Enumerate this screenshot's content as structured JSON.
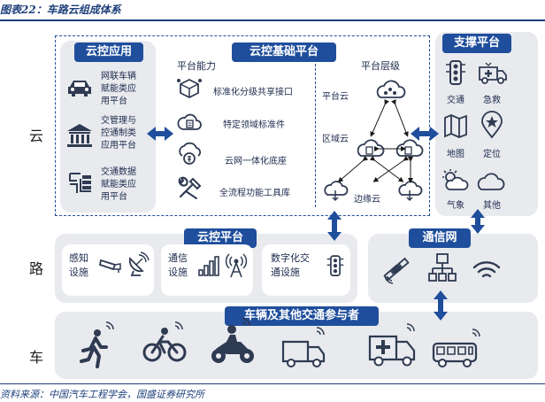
{
  "caption": "图表22：车路云组成体系",
  "source": "资料来源：中国汽车工程学会，国盛证券研究所",
  "rows": {
    "cloud": "云",
    "road": "路",
    "vehicle": "车"
  },
  "cloud_app": {
    "title": "云控应用",
    "items": [
      {
        "label": "网联车辆\n赋能类应\n用平台",
        "icon": "car-icon"
      },
      {
        "label": "交管理与\n控通制类\n应用平台",
        "icon": "government-building-icon"
      },
      {
        "label": "交通数据\n赋能类应\n用平台",
        "icon": "data-stack-icon"
      }
    ]
  },
  "cloud_base": {
    "title": "云控基础平台",
    "capability_title": "平台能力",
    "capabilities": [
      {
        "label": "标准化分级共享接口",
        "icon": "cube-network-icon"
      },
      {
        "label": "特定领域标准件",
        "icon": "cloud-document-icon"
      },
      {
        "label": "云网一体化底座",
        "icon": "cloud-coin-icon"
      },
      {
        "label": "全流程功能工具库",
        "icon": "tools-icon"
      }
    ],
    "hierarchy_title": "平台层级",
    "levels": {
      "platform": "平台云",
      "regional": "区域云",
      "edge": "边缘云"
    }
  },
  "support": {
    "title": "支撑平台",
    "items": [
      {
        "label": "交通",
        "icon": "traffic-light-icon"
      },
      {
        "label": "急救",
        "icon": "ambulance-icon"
      },
      {
        "label": "地图",
        "icon": "map-icon"
      },
      {
        "label": "定位",
        "icon": "location-pin-icon"
      },
      {
        "label": "气象",
        "icon": "weather-icon"
      },
      {
        "label": "其他",
        "icon": "cloud-icon"
      }
    ]
  },
  "road_platform": {
    "title": "云控平台",
    "items": [
      {
        "label": "感知\n设施",
        "icons": [
          "camera-icon",
          "radar-dish-icon"
        ]
      },
      {
        "label": "通信\n设施",
        "icons": [
          "signal-bars-icon",
          "antenna-tower-icon"
        ]
      },
      {
        "label": "数字化交\n通设施",
        "icons": [
          "traffic-light-icon"
        ]
      }
    ]
  },
  "comm_network": {
    "title": "通信网",
    "icons": [
      "satellite-icon",
      "network-topology-icon",
      "wifi-icon"
    ]
  },
  "vehicles": {
    "title": "车辆及其他交通参与者",
    "icons": [
      "pedestrian-icon",
      "bicycle-icon",
      "motorcycle-icon",
      "truck-icon",
      "ambulance-icon",
      "bus-icon"
    ]
  },
  "colors": {
    "brand": "#1f4e9c",
    "panel": "#e8eaee",
    "ink": "#1d2a4d"
  }
}
